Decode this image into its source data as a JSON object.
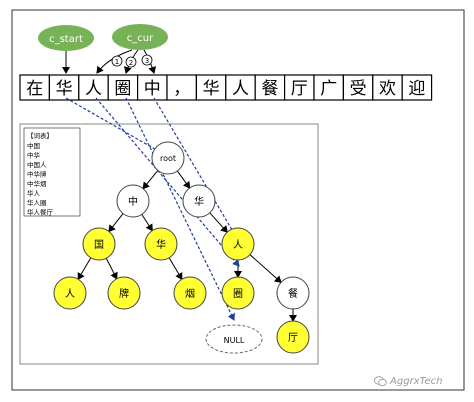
{
  "pointers": {
    "c_start": "c_start",
    "c_cur": "c_cur",
    "step_labels": [
      "1",
      "2",
      "3"
    ]
  },
  "sentence": [
    "在",
    "华",
    "人",
    "圈",
    "中",
    "，",
    "华",
    "人",
    "餐",
    "厅",
    "广",
    "受",
    "欢",
    "迎"
  ],
  "dictionary": {
    "title": "【词表】",
    "words": [
      "中国",
      "中华",
      "中国人",
      "中华牌",
      "中华烟",
      "华人",
      "华人圈",
      "华人餐厅"
    ]
  },
  "trie": {
    "nodes": [
      {
        "id": "root",
        "label": "root",
        "fill": "#ffffff"
      },
      {
        "id": "zhong",
        "label": "中",
        "fill": "#ffffff"
      },
      {
        "id": "hua1",
        "label": "华",
        "fill": "#ffffff"
      },
      {
        "id": "guo",
        "label": "国",
        "fill": "#ffff33"
      },
      {
        "id": "hua2",
        "label": "华",
        "fill": "#ffff33"
      },
      {
        "id": "ren1",
        "label": "人",
        "fill": "#ffff33"
      },
      {
        "id": "ren2",
        "label": "人",
        "fill": "#ffff33"
      },
      {
        "id": "pai",
        "label": "牌",
        "fill": "#ffff33"
      },
      {
        "id": "yan",
        "label": "烟",
        "fill": "#ffff33"
      },
      {
        "id": "quan",
        "label": "圈",
        "fill": "#ffff33"
      },
      {
        "id": "can",
        "label": "餐",
        "fill": "#ffffff"
      },
      {
        "id": "ting",
        "label": "厅",
        "fill": "#ffff33"
      }
    ],
    "edges": [
      [
        "root",
        "zhong"
      ],
      [
        "root",
        "hua1"
      ],
      [
        "zhong",
        "guo"
      ],
      [
        "zhong",
        "hua2"
      ],
      [
        "hua1",
        "ren1"
      ],
      [
        "guo",
        "ren2"
      ],
      [
        "guo",
        "pai"
      ],
      [
        "hua2",
        "yan"
      ],
      [
        "ren1",
        "quan"
      ],
      [
        "ren1",
        "can"
      ],
      [
        "can",
        "ting"
      ]
    ],
    "null_label": "NULL"
  },
  "colors": {
    "pointer_fill": "#77b356",
    "match_fill": "#ffff33",
    "plain_fill": "#ffffff",
    "trace_line": "#1f3f99"
  },
  "watermark": {
    "text": "AggrxTech",
    "icon": "wechat-icon"
  }
}
